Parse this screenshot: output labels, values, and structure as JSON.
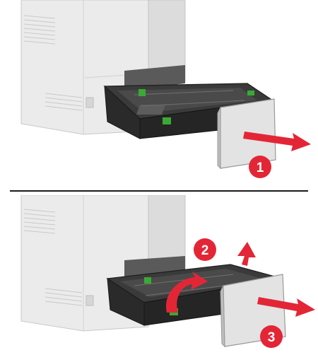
{
  "steps": {
    "step1": "1",
    "step2": "2",
    "step3": "3"
  },
  "colors": {
    "accent_red": "#e32636",
    "printer_body": "#e9e9e9",
    "tray_dark": "#2e2e2e",
    "guide_green": "#3aa935"
  }
}
